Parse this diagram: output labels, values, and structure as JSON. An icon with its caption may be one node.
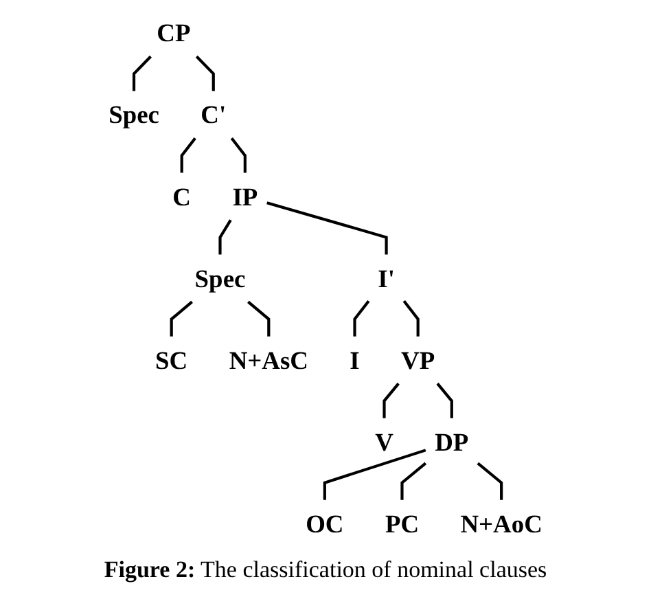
{
  "diagram": {
    "caption": "**Figure 2:** The classification of nominal clauses",
    "nodes": [
      {
        "text": [
          "CP"
        ]
      },
      {
        "text": [
          "Spec"
        ]
      },
      {
        "text": [
          "C'"
        ]
      },
      {
        "text": [
          "C"
        ]
      },
      {
        "text": [
          "IP"
        ]
      },
      {
        "text": [
          "Spec"
        ]
      },
      {
        "text": [
          "I'"
        ]
      },
      {
        "text": [
          "SC"
        ]
      },
      {
        "text": [
          "N+AsC"
        ]
      },
      {
        "text": [
          "I"
        ]
      },
      {
        "text": [
          "VP"
        ]
      },
      {
        "text": [
          "V"
        ]
      },
      {
        "text": [
          "DP"
        ]
      },
      {
        "text": [
          "OC"
        ]
      },
      {
        "text": [
          "PC"
        ]
      },
      {
        "text": [
          "N+AoC"
        ]
      }
    ],
    "edges": [
      {
        "from": 0,
        "to": 1,
        "arrow": "none"
      },
      {
        "from": 0,
        "to": 2,
        "arrow": "none"
      },
      {
        "from": 2,
        "to": 3,
        "arrow": "none"
      },
      {
        "from": 2,
        "to": 4,
        "arrow": "none"
      },
      {
        "from": 4,
        "to": 5,
        "arrow": "none"
      },
      {
        "from": 4,
        "to": 6,
        "arrow": "none"
      },
      {
        "from": 5,
        "to": 7,
        "arrow": "none"
      },
      {
        "from": 5,
        "to": 8,
        "arrow": "none"
      },
      {
        "from": 6,
        "to": 9,
        "arrow": "none"
      },
      {
        "from": 6,
        "to": 10,
        "arrow": "none"
      },
      {
        "from": 10,
        "to": 11,
        "arrow": "none"
      },
      {
        "from": 10,
        "to": 12,
        "arrow": "none"
      },
      {
        "from": 12,
        "to": 13,
        "arrow": "none"
      },
      {
        "from": 12,
        "to": 14,
        "arrow": "none"
      },
      {
        "from": 12,
        "to": 15,
        "arrow": "none"
      }
    ]
  }
}
